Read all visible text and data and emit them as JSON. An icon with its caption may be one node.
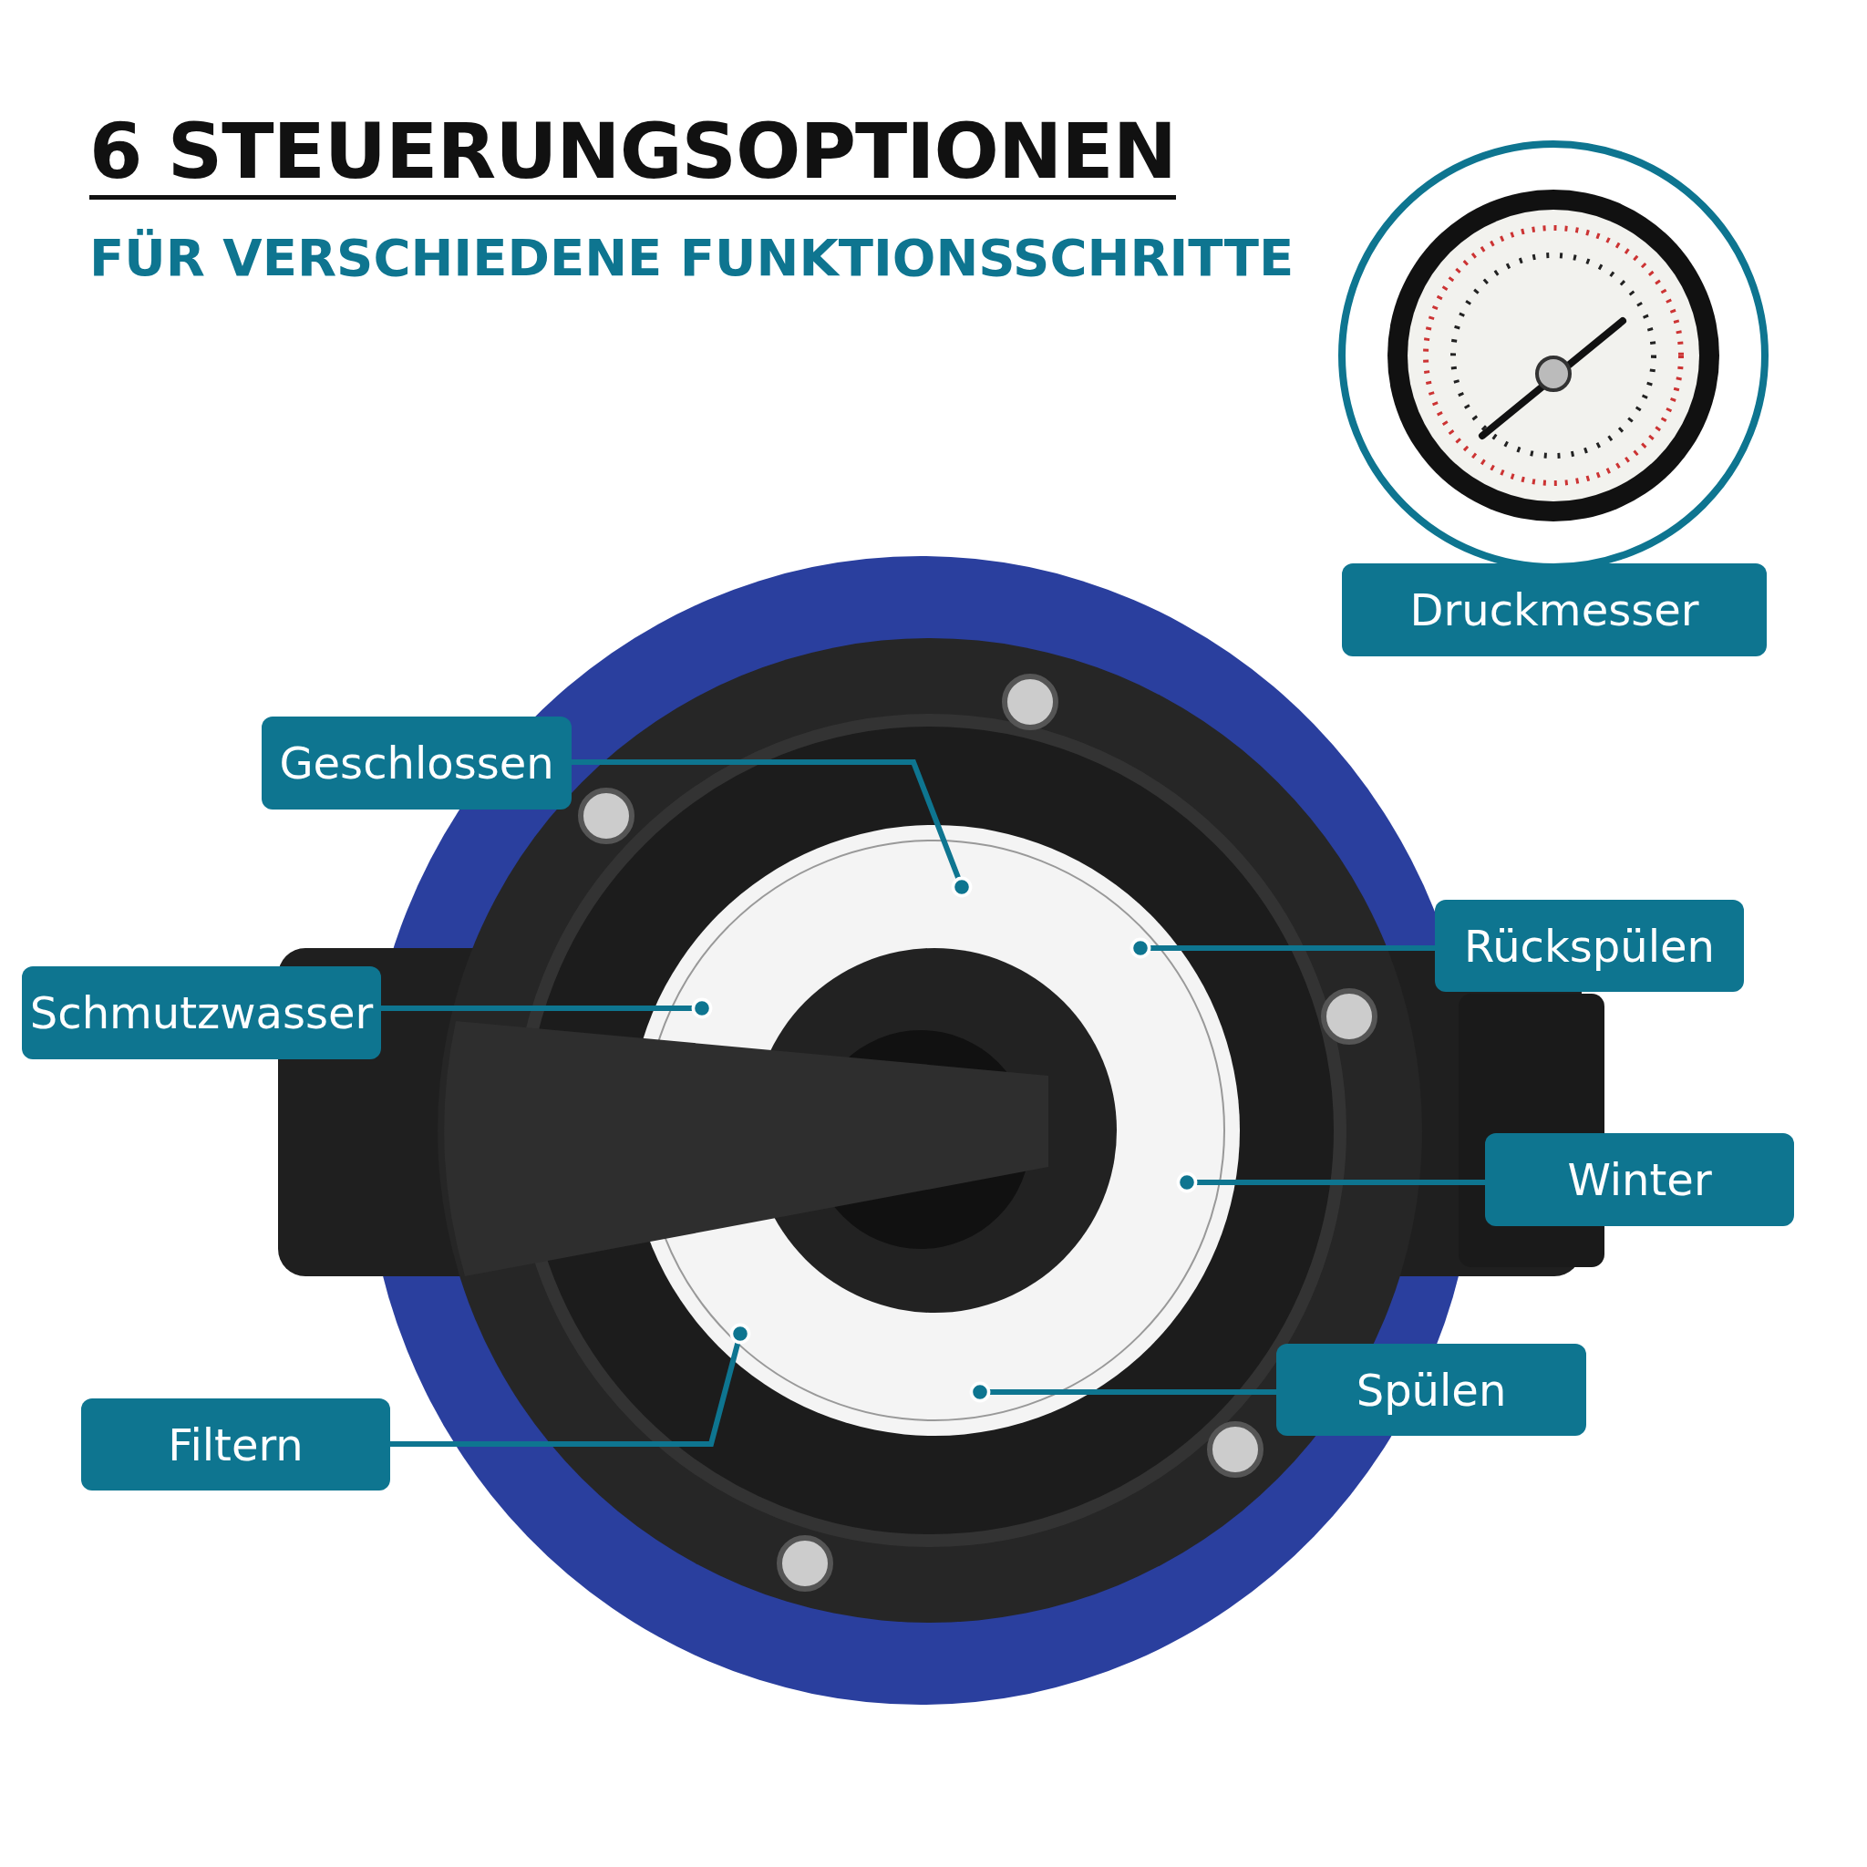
{
  "diagram": {
    "title": "6 STEUERUNGSOPTIONEN",
    "caption": "FÜR VERSCHIEDENE FUNKTIONSSCHRITTE",
    "nodes": [
      {
        "text": [
          "Druckmesser"
        ]
      },
      {
        "text": [
          "Geschlossen"
        ]
      },
      {
        "text": [
          "Rückspülen"
        ]
      },
      {
        "text": [
          "Schmutzwasser"
        ]
      },
      {
        "text": [
          "Winter"
        ]
      },
      {
        "text": [
          "Spülen"
        ]
      },
      {
        "text": [
          "Filtern"
        ]
      }
    ],
    "edges": [
      {
        "from": 1,
        "to": null,
        "arrow": "other"
      },
      {
        "from": 2,
        "to": null,
        "arrow": "other"
      },
      {
        "from": 3,
        "to": null,
        "arrow": "other"
      },
      {
        "from": 4,
        "to": null,
        "arrow": "other"
      },
      {
        "from": 5,
        "to": null,
        "arrow": "other"
      },
      {
        "from": 6,
        "to": null,
        "arrow": "other"
      }
    ]
  }
}
